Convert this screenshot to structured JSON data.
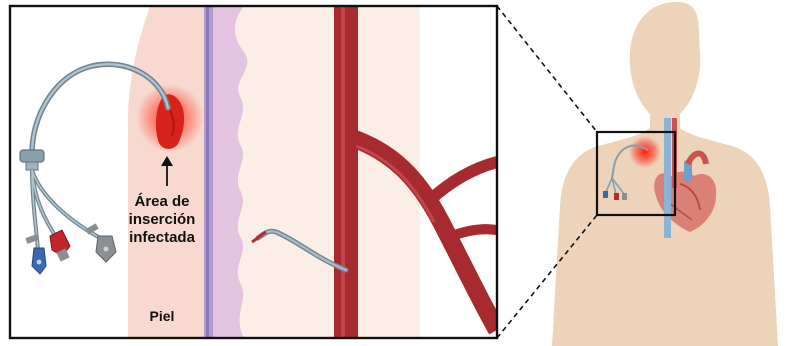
{
  "labels": {
    "infected_site_line1": "Área de",
    "infected_site_line2": "inserción",
    "infected_site_line3": "infectada",
    "skin": "Piel"
  },
  "colors": {
    "skin_layer": "#f7d9cf",
    "membrane": "#e3c3e0",
    "tissue": "#fbeee6",
    "vessel": "#a62a2e",
    "vessel_highlight": "#c5454a",
    "catheter": "#8aa0ad",
    "infection": "#e8301f",
    "body_silhouette": "#ecd3ba",
    "port_blue": "#3a69b3",
    "port_red": "#c2262d",
    "port_gray": "#8a8f94"
  }
}
